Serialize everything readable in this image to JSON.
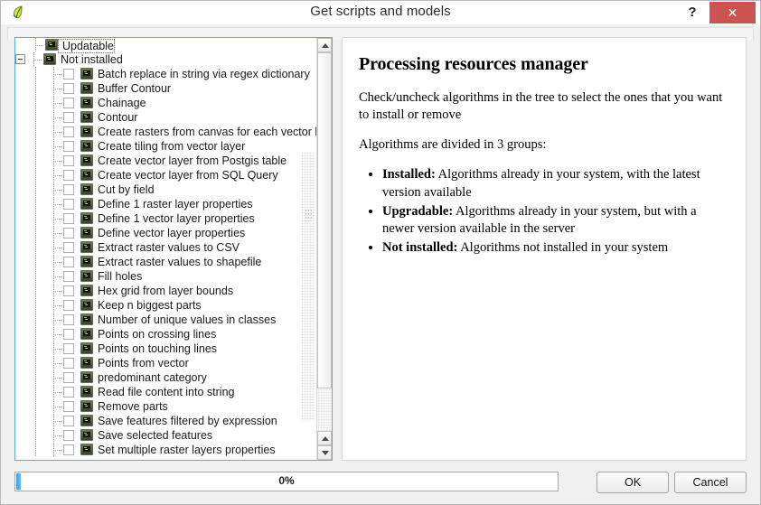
{
  "window": {
    "title": "Get scripts and models",
    "app_icon": "qgis-leaf-icon",
    "help_label": "?",
    "close_label": "✕"
  },
  "tree": {
    "groups": [
      {
        "label": "Updatable",
        "depth": 0,
        "selected": true,
        "expander": false,
        "checkbox": false,
        "icon": "script-icon"
      },
      {
        "label": "Not installed",
        "depth": 0,
        "selected": false,
        "expander": true,
        "checkbox": false,
        "icon": "script-icon"
      }
    ],
    "items": [
      {
        "label": "Batch replace in string via regex dictionary",
        "checked": false
      },
      {
        "label": "Buffer Contour",
        "checked": false
      },
      {
        "label": "Chainage",
        "checked": false
      },
      {
        "label": "Contour",
        "checked": false
      },
      {
        "label": "Create rasters from canvas for each vector laye...",
        "checked": false
      },
      {
        "label": "Create tiling from vector layer",
        "checked": false
      },
      {
        "label": "Create vector layer from Postgis table",
        "checked": false
      },
      {
        "label": "Create vector layer from SQL Query",
        "checked": false
      },
      {
        "label": "Cut by field",
        "checked": false
      },
      {
        "label": "Define 1 raster layer properties",
        "checked": false
      },
      {
        "label": "Define 1 vector layer properties",
        "checked": false
      },
      {
        "label": "Define vector layer properties",
        "checked": false
      },
      {
        "label": "Extract raster values to CSV",
        "checked": false
      },
      {
        "label": "Extract raster values to shapefile",
        "checked": false
      },
      {
        "label": "Fill holes",
        "checked": false
      },
      {
        "label": "Hex grid from layer bounds",
        "checked": false
      },
      {
        "label": "Keep n biggest parts",
        "checked": false
      },
      {
        "label": "Number of unique values in classes",
        "checked": false
      },
      {
        "label": "Points on crossing lines",
        "checked": false
      },
      {
        "label": "Points on touching lines",
        "checked": false
      },
      {
        "label": "Points from vector",
        "checked": false
      },
      {
        "label": "predominant category",
        "checked": false
      },
      {
        "label": "Read file content into string",
        "checked": false
      },
      {
        "label": "Remove parts",
        "checked": false
      },
      {
        "label": "Save features filtered by expression",
        "checked": false
      },
      {
        "label": "Save selected features",
        "checked": false
      },
      {
        "label": "Set multiple raster layers properties",
        "checked": false
      }
    ]
  },
  "description": {
    "heading": "Processing resources manager",
    "paragraph1": "Check/uncheck algorithms in the tree to select the ones that you want to install or remove",
    "paragraph2": "Algorithms are divided in 3 groups:",
    "bullets": [
      {
        "term": "Installed:",
        "text": " Algorithms already in your system, with the latest version available"
      },
      {
        "term": "Upgradable:",
        "text": " Algorithms already in your system, but with a newer version available in the server"
      },
      {
        "term": "Not installed:",
        "text": " Algorithms not installed in your system"
      }
    ]
  },
  "footer": {
    "progress_text": "0%",
    "progress_value": 0,
    "ok_label": "OK",
    "cancel_label": "Cancel"
  },
  "colors": {
    "close_button": "#cc5450",
    "panel_focus_border": "#5ba7e8",
    "progress_fill": "#3ea0ef"
  }
}
